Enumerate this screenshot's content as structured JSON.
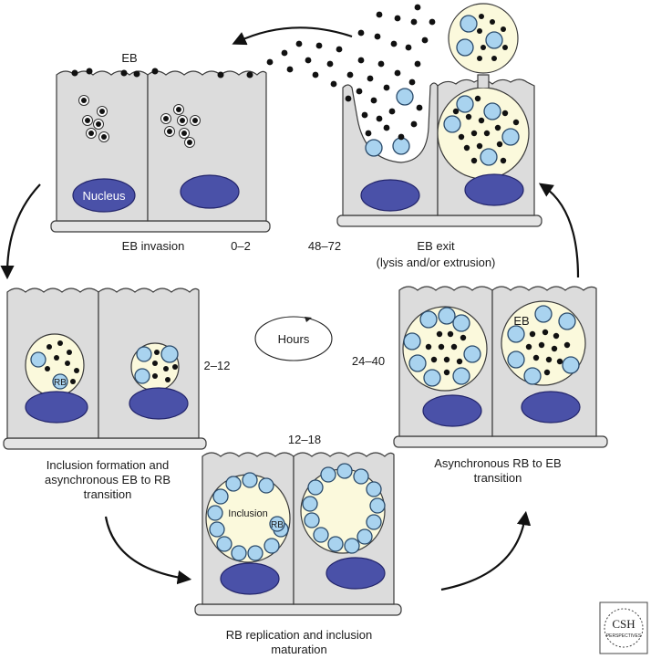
{
  "stages": {
    "invasion": {
      "label": "EB invasion",
      "time": "0–2",
      "eb_label": "EB",
      "nucleus_label": "Nucleus"
    },
    "inclusion_formation": {
      "label_lines": [
        "Inclusion formation and",
        "asynchronous EB to RB",
        "transition"
      ],
      "time": "2–12",
      "rb_label": "RB"
    },
    "replication": {
      "label_lines": [
        "RB replication and inclusion",
        "maturation"
      ],
      "time": "12–18",
      "inclusion_label": "Inclusion",
      "rb_label": "RB"
    },
    "rb_to_eb": {
      "label_lines": [
        "Asynchronous RB to EB",
        "transition"
      ],
      "time": "24–40",
      "eb_label": "EB"
    },
    "exit": {
      "label_lines": [
        "EB exit",
        "(lysis and/or extrusion)"
      ],
      "time": "48–72"
    }
  },
  "center": {
    "label": "Hours"
  },
  "logo": {
    "line1": "CSH",
    "line2": "PERSPECTIVES"
  },
  "colors": {
    "cell": "#dcdcdc",
    "nucleus": "#4a51a8",
    "inclusion": "#fbf9dc",
    "rb": "#a9d3ef",
    "eb": "#111111"
  }
}
